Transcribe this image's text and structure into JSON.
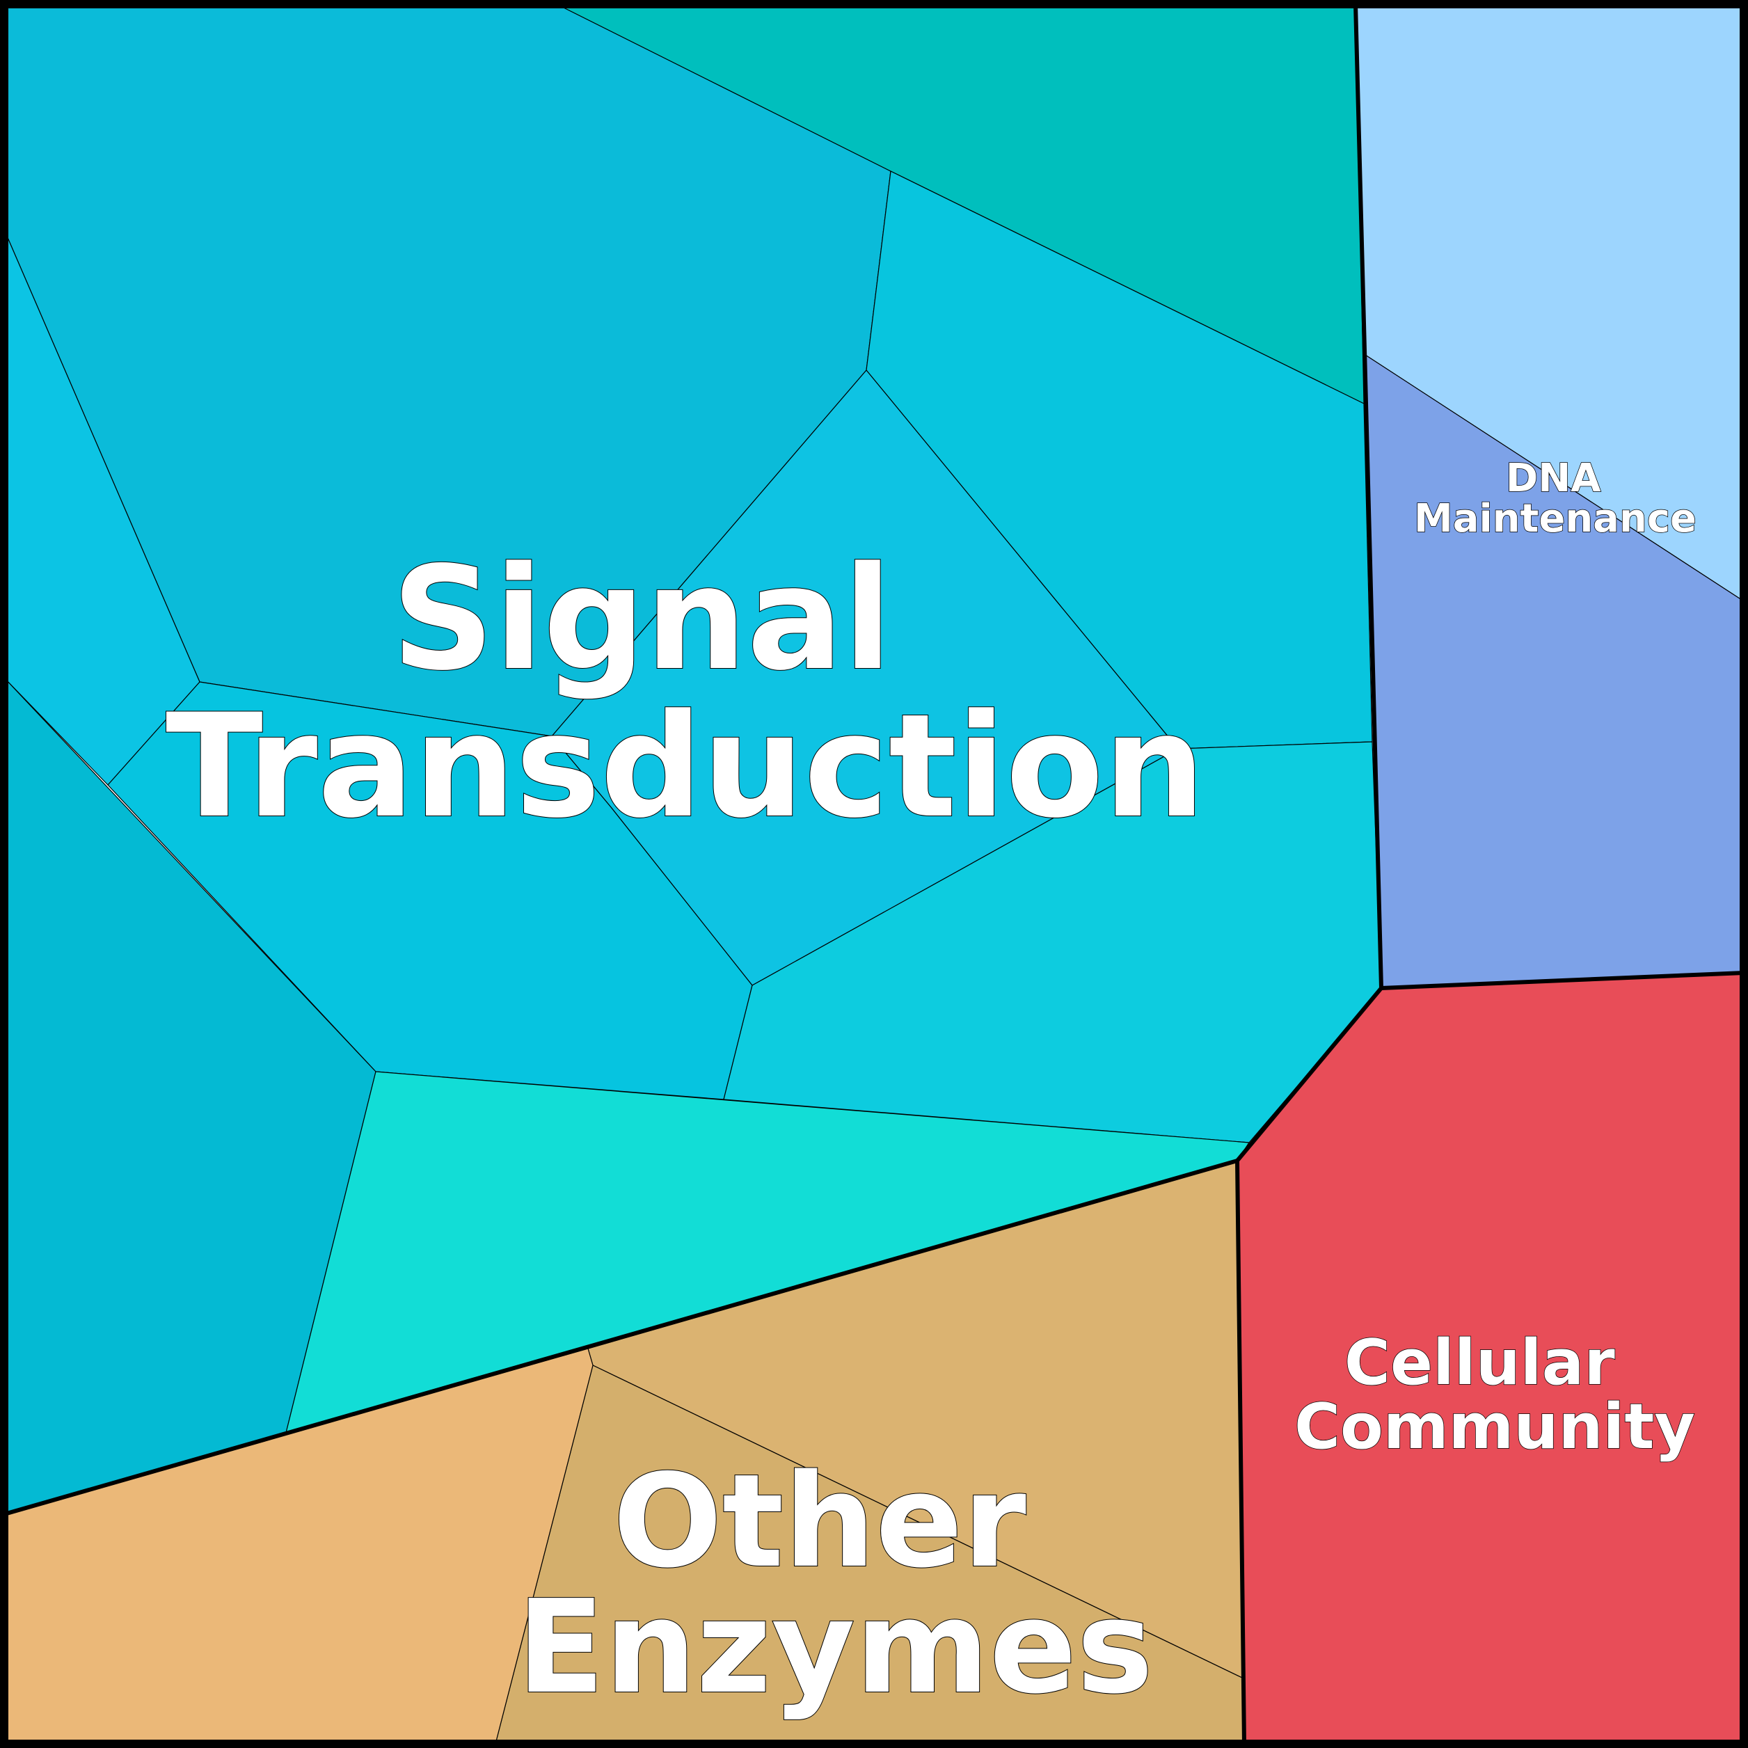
{
  "chart_data": {
    "type": "treemap",
    "groups": [
      {
        "name": "Signal Transduction",
        "color": "#0ec5de",
        "cell_colors": [
          "#0bbbd9",
          "#00bfbd",
          "#08c5de",
          "#0cc4e4",
          "#0ec3e3",
          "#06c4e0",
          "#0dccdf",
          "#04bad3",
          "#12ddd6"
        ]
      },
      {
        "name": "DNA Maintenance",
        "color": "#9dd5fe",
        "cell_colors": [
          "#9dd5fe",
          "#7da2e8"
        ]
      },
      {
        "name": "Cellular Community",
        "color": "#e84d58",
        "cell_colors": [
          "#e84d58"
        ]
      },
      {
        "name": "Other Enzymes",
        "color": "#dbb371",
        "cell_colors": [
          "#dbb371",
          "#d4af6c",
          "#ebb878"
        ]
      }
    ]
  }
}
